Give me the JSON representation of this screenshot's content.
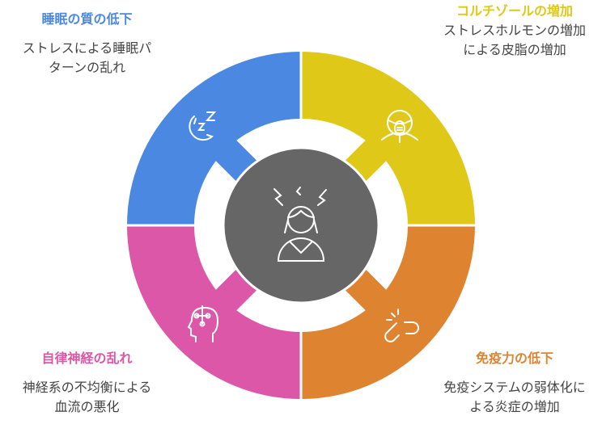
{
  "center": {
    "icon": "stressed-person-icon"
  },
  "sections": [
    {
      "id": "tl",
      "title": "睡眠の質の低下",
      "body": "ストレスによる睡眠パターンの乱れ",
      "color": "#4a88e2",
      "icon": "sleep-moon-icon"
    },
    {
      "id": "tr",
      "title": "コルチゾールの増加",
      "body": "ストレスホルモンの増加による皮脂の増加",
      "color": "#dfc818",
      "icon": "person-mask-icon"
    },
    {
      "id": "bl",
      "title": "自律神経の乱れ",
      "body": "神経系の不均衡による血流の悪化",
      "color": "#dc57a7",
      "icon": "head-nervous-icon"
    },
    {
      "id": "br",
      "title": "免疫力の低下",
      "body": "免疫システムの弱体化による炎症の増加",
      "color": "#de8330",
      "icon": "broken-link-icon"
    }
  ],
  "center_color": "#666666"
}
